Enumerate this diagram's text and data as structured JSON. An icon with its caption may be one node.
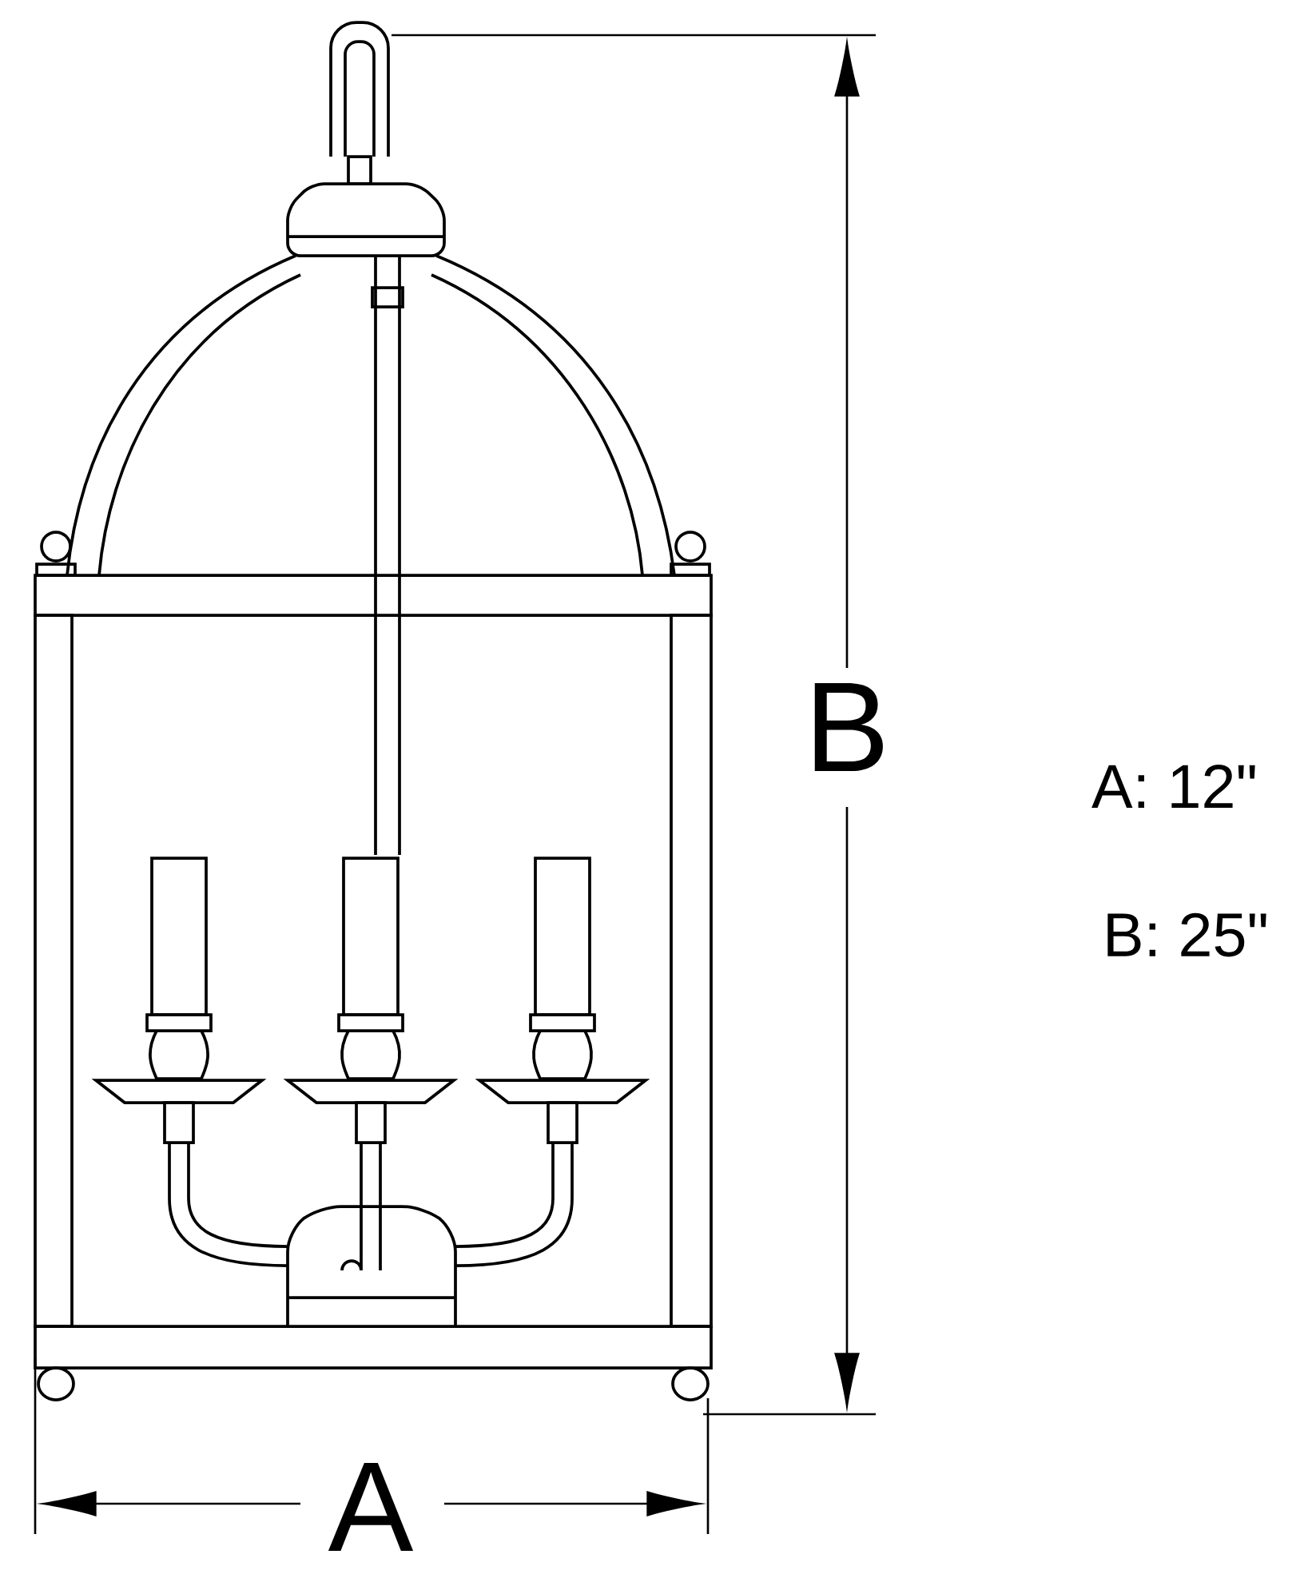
{
  "diagram": {
    "labels": [
      "B",
      "A: 12\"",
      "B: 25\"",
      "A"
    ]
  }
}
